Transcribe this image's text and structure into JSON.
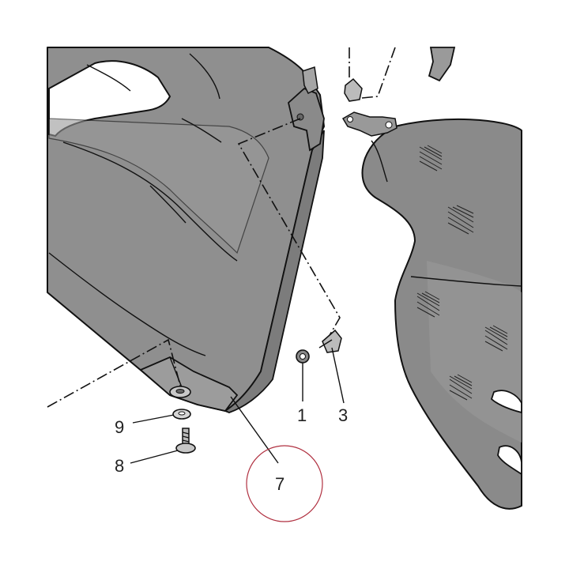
{
  "diagram": {
    "type": "exploded-parts-view",
    "callouts": [
      {
        "id": "c1",
        "label": "1"
      },
      {
        "id": "c3",
        "label": "3"
      },
      {
        "id": "c7",
        "label": "7"
      },
      {
        "id": "c8",
        "label": "8"
      },
      {
        "id": "c9",
        "label": "9"
      }
    ],
    "colors": {
      "panel_fill": "#8f8f8f",
      "panel_inner_fill": "#999999",
      "right_panel_fill": "#8a8a8a",
      "outline": "#111111",
      "highlight_circle": "#b03040"
    }
  }
}
